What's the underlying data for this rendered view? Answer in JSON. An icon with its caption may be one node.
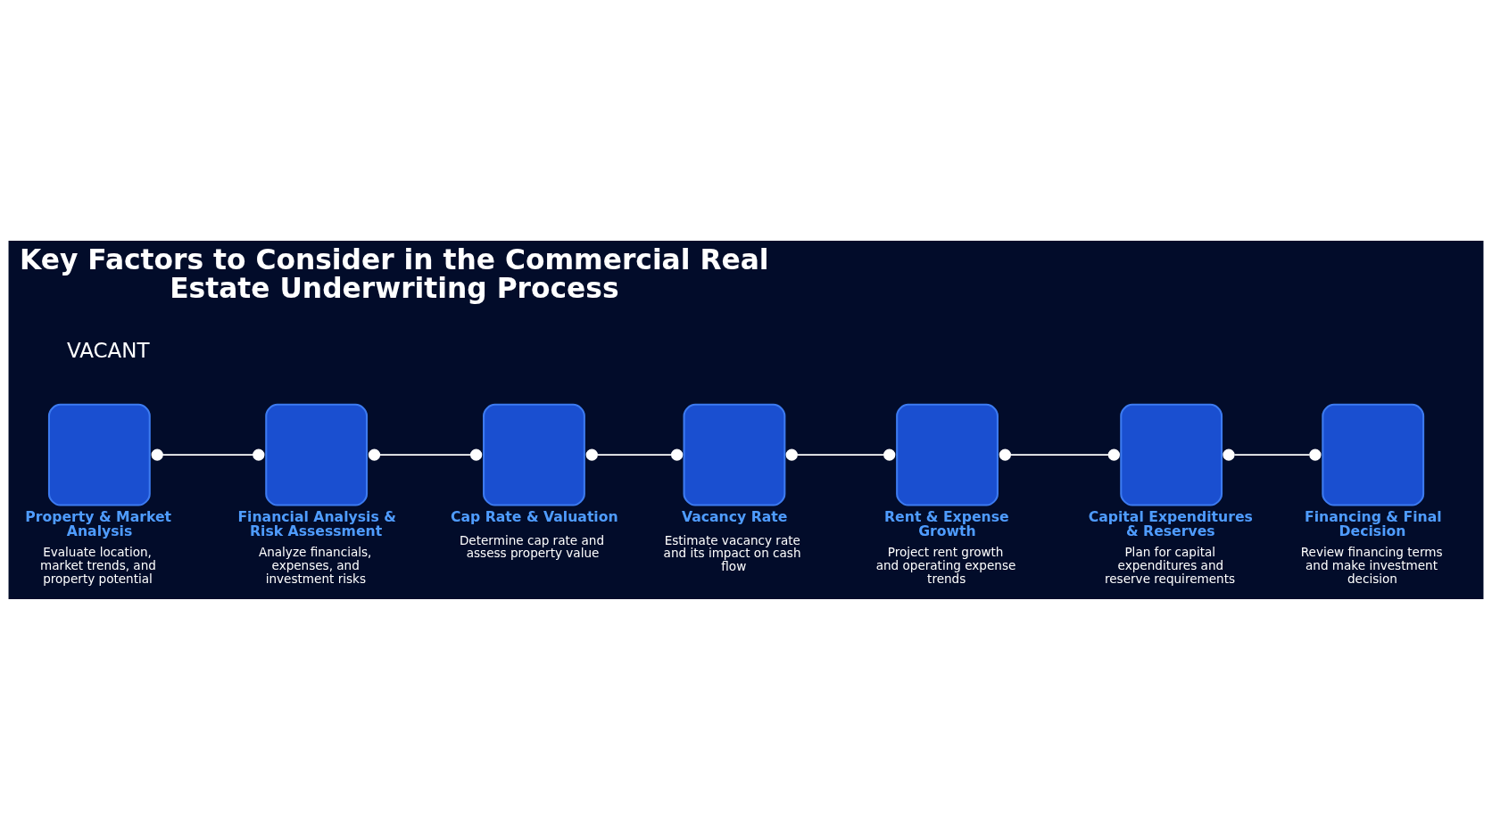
{
  "diagram": {
    "title": "Key Factors to Consider in the Commercial Real Estate Underwriting Process",
    "nodes": [
      {
        "text": [
          "Property & Market Analysis",
          "Evaluate location, market trends, and property potential"
        ]
      },
      {
        "text": [
          "Financial Analysis & Risk Assessment",
          "Analyze financials, expenses, and investment risks"
        ]
      },
      {
        "text": [
          "Cap Rate & Valuation",
          "Determine cap rate and assess property value"
        ]
      },
      {
        "text": [
          "Vacancy Rate",
          "Estimate vacancy rate and its impact on cash flow"
        ]
      },
      {
        "text": [
          "Rent & Expense Growth",
          "Project rent growth and operating expense trends"
        ]
      },
      {
        "text": [
          "Capital Expenditures & Reserves",
          "Plan for capital expenditures and reserve requirements"
        ]
      },
      {
        "text": [
          "Financing & Final Decision",
          "Review financing terms and make investment decision"
        ]
      }
    ],
    "edges": [
      {
        "from": 0,
        "to": 1,
        "arrow": "other"
      },
      {
        "from": 1,
        "to": 2,
        "arrow": "other"
      },
      {
        "from": 2,
        "to": 3,
        "arrow": "other"
      },
      {
        "from": 3,
        "to": 4,
        "arrow": "other"
      },
      {
        "from": 4,
        "to": 5,
        "arrow": "other"
      },
      {
        "from": 5,
        "to": 6,
        "arrow": "other"
      }
    ],
    "labels": [
      "VACANT"
    ]
  }
}
